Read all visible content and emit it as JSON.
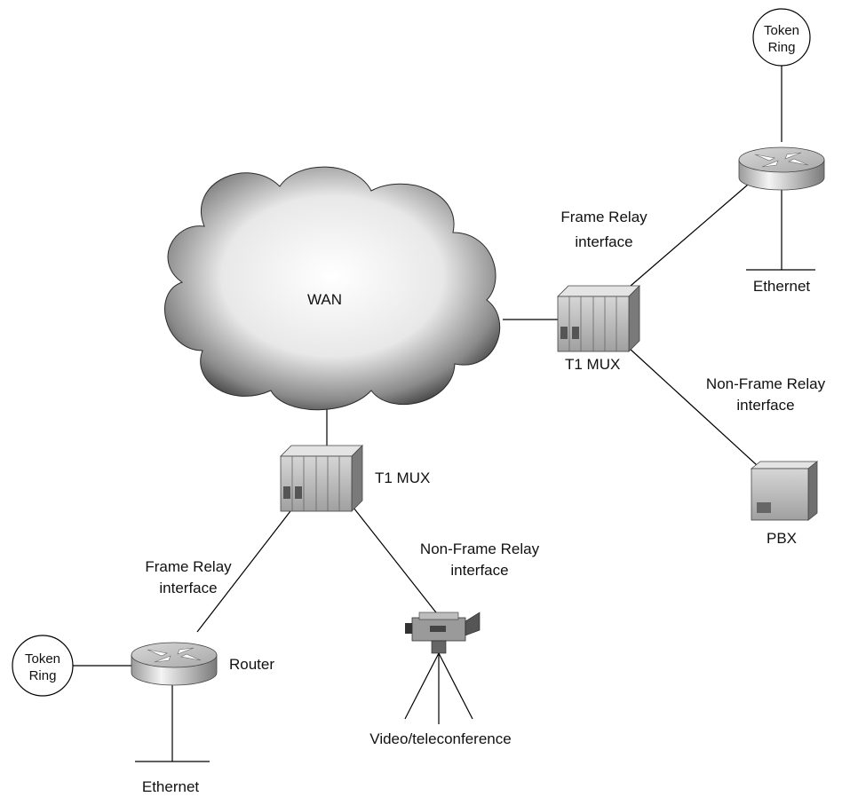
{
  "labels": {
    "wan": "WAN",
    "token_ring_top_line1": "Token",
    "token_ring_top_line2": "Ring",
    "token_ring_left_line1": "Token",
    "token_ring_left_line2": "Ring",
    "ethernet_top": "Ethernet",
    "ethernet_bottom": "Ethernet",
    "fr_interface_top_line1": "Frame Relay",
    "fr_interface_top_line2": "interface",
    "fr_interface_bottom_line1": "Frame Relay",
    "fr_interface_bottom_line2": "interface",
    "nonfr_right_line1": "Non-Frame Relay",
    "nonfr_right_line2": "interface",
    "nonfr_bottom_line1": "Non-Frame Relay",
    "nonfr_bottom_line2": "interface",
    "t1mux_right": "T1 MUX",
    "t1mux_left": "T1 MUX",
    "pbx": "PBX",
    "router": "Router",
    "video": "Video/teleconference"
  },
  "icons": [
    "cloud-icon",
    "router-icon",
    "t1-mux-icon",
    "pbx-icon",
    "video-camera-icon",
    "token-ring-icon"
  ],
  "colors": {
    "line": "#000000",
    "device_light": "#e6e6e6",
    "device_mid": "#bdbdbd",
    "device_dark": "#6e6e6e",
    "cloud_center": "#ffffff",
    "cloud_edge": "#3a3a3a"
  }
}
